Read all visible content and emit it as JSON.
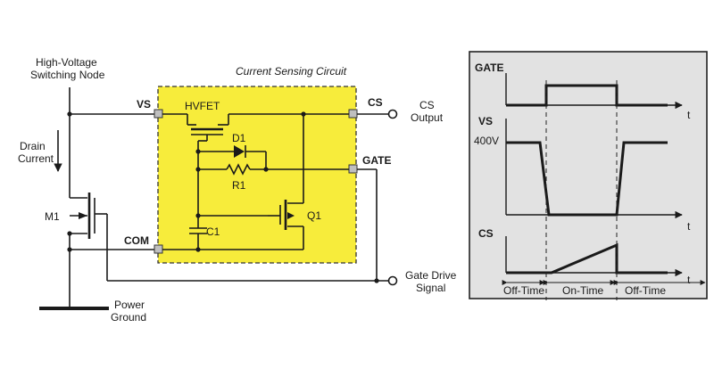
{
  "circuit": {
    "switching_node_label_line1": "High-Voltage",
    "switching_node_label_line2": "Switching Node",
    "current_sensing_title": "Current Sensing Circuit",
    "drain_current_line1": "Drain",
    "drain_current_line2": "Current",
    "pin_vs": "VS",
    "pin_cs": "CS",
    "pin_gate": "GATE",
    "pin_com": "COM",
    "hvfet_label": "HVFET",
    "d1_label": "D1",
    "r1_label": "R1",
    "c1_label": "C1",
    "q1_label": "Q1",
    "m1_label": "M1",
    "cs_output_line1": "CS",
    "cs_output_line2": "Output",
    "gate_drive_line1": "Gate Drive",
    "gate_drive_line2": "Signal",
    "power_ground_line1": "Power",
    "power_ground_line2": "Ground",
    "highlight_color": "#f7ec3b"
  },
  "timing": {
    "gate_label": "GATE",
    "vs_label": "VS",
    "vs_level": "400V",
    "cs_label": "CS",
    "t_label": "t",
    "phases": [
      "Off-Time",
      "On-Time",
      "Off-Time"
    ]
  }
}
